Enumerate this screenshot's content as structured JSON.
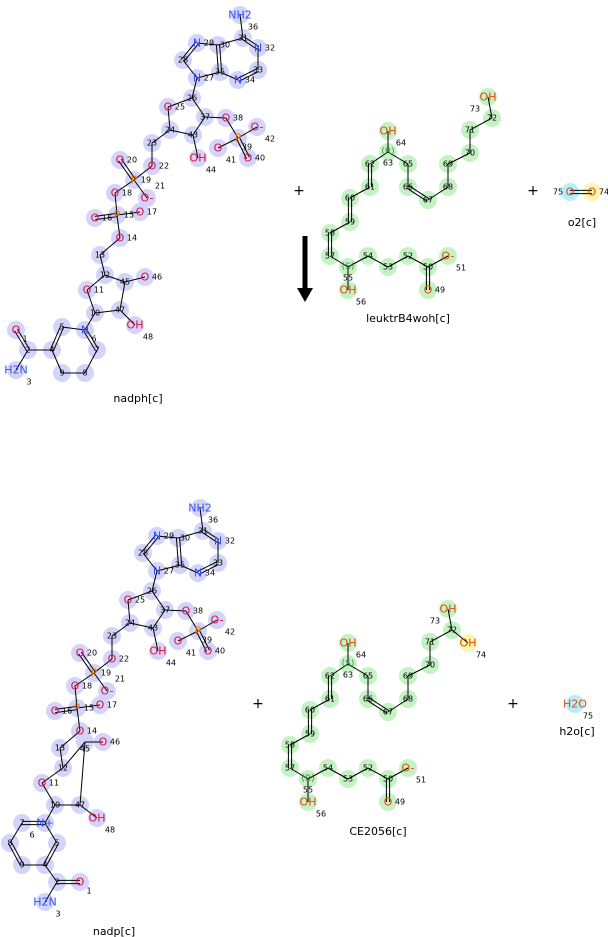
{
  "colors": {
    "nadph_highlight": "#d4d4fb",
    "lipid_highlight": "#c4f2c4",
    "o75_highlight": "#b4f0fb",
    "o74_highlight": "#fbf6b0",
    "nitrogen": "#3050f8",
    "oxygen_nad": "#e0103c",
    "oxygen_lipid": "#e04a10",
    "phosphorus": "#e87800",
    "bond": "#000000"
  },
  "reaction": {
    "plus_signs": [
      "+",
      "+",
      "+",
      "+"
    ],
    "arrow": "down-arrow"
  },
  "molecules": [
    {
      "key": "nadph",
      "name": "nadph[c]",
      "atoms": [
        {
          "id": "1",
          "el": "O"
        },
        {
          "id": "2",
          "el": ""
        },
        {
          "id": "3",
          "el": "H2N"
        },
        {
          "id": "4",
          "el": ""
        },
        {
          "id": "5",
          "el": ""
        },
        {
          "id": "6",
          "el": "N"
        },
        {
          "id": "7",
          "el": ""
        },
        {
          "id": "8",
          "el": ""
        },
        {
          "id": "9",
          "el": ""
        },
        {
          "id": "10",
          "el": ""
        },
        {
          "id": "11",
          "el": "O"
        },
        {
          "id": "12",
          "el": ""
        },
        {
          "id": "13",
          "el": ""
        },
        {
          "id": "14",
          "el": "O"
        },
        {
          "id": "15",
          "el": "P"
        },
        {
          "id": "16",
          "el": "O"
        },
        {
          "id": "17",
          "el": "O"
        },
        {
          "id": "18",
          "el": "O"
        },
        {
          "id": "19",
          "el": "P"
        },
        {
          "id": "20",
          "el": "O"
        },
        {
          "id": "21",
          "el": "O-"
        },
        {
          "id": "22",
          "el": "O"
        },
        {
          "id": "23",
          "el": ""
        },
        {
          "id": "24",
          "el": ""
        },
        {
          "id": "25",
          "el": "O"
        },
        {
          "id": "26",
          "el": ""
        },
        {
          "id": "27",
          "el": "N"
        },
        {
          "id": "28",
          "el": ""
        },
        {
          "id": "29",
          "el": "N"
        },
        {
          "id": "30",
          "el": ""
        },
        {
          "id": "31",
          "el": ""
        },
        {
          "id": "32",
          "el": "N"
        },
        {
          "id": "33",
          "el": ""
        },
        {
          "id": "34",
          "el": "N"
        },
        {
          "id": "35",
          "el": ""
        },
        {
          "id": "36",
          "el": "NH2"
        },
        {
          "id": "37",
          "el": ""
        },
        {
          "id": "38",
          "el": "O"
        },
        {
          "id": "39",
          "el": "P"
        },
        {
          "id": "40",
          "el": "O"
        },
        {
          "id": "41",
          "el": "O"
        },
        {
          "id": "42",
          "el": "O-"
        },
        {
          "id": "43",
          "el": ""
        },
        {
          "id": "44",
          "el": "OH"
        },
        {
          "id": "45",
          "el": ""
        },
        {
          "id": "46",
          "el": "O"
        },
        {
          "id": "47",
          "el": ""
        },
        {
          "id": "48",
          "el": "OH"
        }
      ]
    },
    {
      "key": "leuktrB4woh",
      "name": "leuktrB4woh[c]",
      "atoms": [
        {
          "id": "49",
          "el": "O"
        },
        {
          "id": "50",
          "el": ""
        },
        {
          "id": "51",
          "el": "O-"
        },
        {
          "id": "52",
          "el": ""
        },
        {
          "id": "53",
          "el": ""
        },
        {
          "id": "54",
          "el": ""
        },
        {
          "id": "55",
          "el": "(S)"
        },
        {
          "id": "56",
          "el": "OH"
        },
        {
          "id": "57",
          "el": ""
        },
        {
          "id": "58",
          "el": ""
        },
        {
          "id": "59",
          "el": ""
        },
        {
          "id": "60",
          "el": ""
        },
        {
          "id": "61",
          "el": ""
        },
        {
          "id": "62",
          "el": ""
        },
        {
          "id": "63",
          "el": "(R)"
        },
        {
          "id": "64",
          "el": "OH"
        },
        {
          "id": "65",
          "el": ""
        },
        {
          "id": "66",
          "el": ""
        },
        {
          "id": "67",
          "el": ""
        },
        {
          "id": "68",
          "el": ""
        },
        {
          "id": "69",
          "el": ""
        },
        {
          "id": "70",
          "el": ""
        },
        {
          "id": "71",
          "el": ""
        },
        {
          "id": "72",
          "el": ""
        },
        {
          "id": "73",
          "el": "OH"
        }
      ]
    },
    {
      "key": "o2",
      "name": "o2[c]",
      "atoms": [
        {
          "id": "75",
          "el": "O"
        },
        {
          "id": "74",
          "el": "O"
        }
      ]
    },
    {
      "key": "nadp",
      "name": "nadp[c]",
      "atoms": [
        {
          "id": "1",
          "el": "O"
        },
        {
          "id": "2",
          "el": ""
        },
        {
          "id": "3",
          "el": "H2N"
        },
        {
          "id": "4",
          "el": ""
        },
        {
          "id": "5",
          "el": ""
        },
        {
          "id": "6",
          "el": "N+"
        },
        {
          "id": "7",
          "el": ""
        },
        {
          "id": "8",
          "el": ""
        },
        {
          "id": "9",
          "el": ""
        },
        {
          "id": "10",
          "el": ""
        },
        {
          "id": "11",
          "el": "O"
        },
        {
          "id": "12",
          "el": ""
        },
        {
          "id": "13",
          "el": ""
        },
        {
          "id": "14",
          "el": "O"
        },
        {
          "id": "15",
          "el": "P"
        },
        {
          "id": "16",
          "el": "O"
        },
        {
          "id": "17",
          "el": "O"
        },
        {
          "id": "18",
          "el": "O"
        },
        {
          "id": "19",
          "el": "P"
        },
        {
          "id": "20",
          "el": "O"
        },
        {
          "id": "21",
          "el": "O-"
        },
        {
          "id": "22",
          "el": "O"
        },
        {
          "id": "23",
          "el": ""
        },
        {
          "id": "24",
          "el": ""
        },
        {
          "id": "25",
          "el": "O"
        },
        {
          "id": "26",
          "el": ""
        },
        {
          "id": "27",
          "el": "N"
        },
        {
          "id": "28",
          "el": ""
        },
        {
          "id": "29",
          "el": "N"
        },
        {
          "id": "30",
          "el": ""
        },
        {
          "id": "31",
          "el": ""
        },
        {
          "id": "32",
          "el": "N"
        },
        {
          "id": "33",
          "el": ""
        },
        {
          "id": "34",
          "el": "N"
        },
        {
          "id": "35",
          "el": ""
        },
        {
          "id": "36",
          "el": "NH2"
        },
        {
          "id": "37",
          "el": ""
        },
        {
          "id": "38",
          "el": "O"
        },
        {
          "id": "39",
          "el": "P"
        },
        {
          "id": "40",
          "el": "O"
        },
        {
          "id": "41",
          "el": "O"
        },
        {
          "id": "42",
          "el": "O-"
        },
        {
          "id": "43",
          "el": ""
        },
        {
          "id": "44",
          "el": "OH"
        },
        {
          "id": "45",
          "el": ""
        },
        {
          "id": "46",
          "el": "O"
        },
        {
          "id": "47",
          "el": ""
        },
        {
          "id": "48",
          "el": "OH"
        }
      ]
    },
    {
      "key": "CE2056",
      "name": "CE2056[c]",
      "atoms": [
        {
          "id": "49",
          "el": "O"
        },
        {
          "id": "50",
          "el": ""
        },
        {
          "id": "51",
          "el": "O-"
        },
        {
          "id": "52",
          "el": ""
        },
        {
          "id": "53",
          "el": ""
        },
        {
          "id": "54",
          "el": ""
        },
        {
          "id": "55",
          "el": "(R)"
        },
        {
          "id": "56",
          "el": "OH"
        },
        {
          "id": "57",
          "el": ""
        },
        {
          "id": "58",
          "el": ""
        },
        {
          "id": "59",
          "el": ""
        },
        {
          "id": "60",
          "el": ""
        },
        {
          "id": "61",
          "el": ""
        },
        {
          "id": "62",
          "el": ""
        },
        {
          "id": "63",
          "el": "(S)"
        },
        {
          "id": "64",
          "el": "OH"
        },
        {
          "id": "65",
          "el": ""
        },
        {
          "id": "66",
          "el": ""
        },
        {
          "id": "67",
          "el": ""
        },
        {
          "id": "68",
          "el": ""
        },
        {
          "id": "69",
          "el": ""
        },
        {
          "id": "70",
          "el": ""
        },
        {
          "id": "71",
          "el": ""
        },
        {
          "id": "72",
          "el": ""
        },
        {
          "id": "73",
          "el": "OH"
        },
        {
          "id": "74",
          "el": "OH"
        }
      ]
    },
    {
      "key": "h2o",
      "name": "h2o[c]",
      "atoms": [
        {
          "id": "75",
          "el": "H2O"
        }
      ]
    }
  ]
}
